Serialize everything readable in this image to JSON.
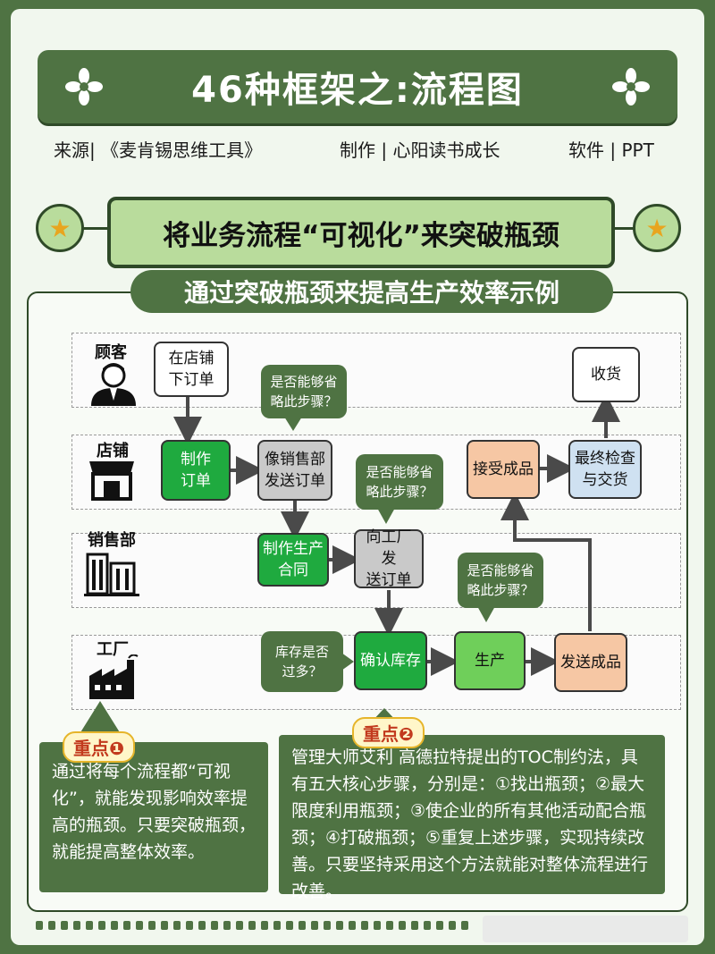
{
  "header": {
    "title": "46种框架之:流程图",
    "source": "来源|  《麦肯锡思维工具》",
    "made_by": "制作  | 心阳读书成长",
    "software": "软件 | PPT"
  },
  "subtitle": "将业务流程“可视化”来突破瓶颈",
  "section_title": "通过突破瓶颈来提高生产效率示例",
  "lanes": [
    {
      "label": "顾客"
    },
    {
      "label": "店铺"
    },
    {
      "label": "销售部"
    },
    {
      "label": "工厂"
    }
  ],
  "boxes": {
    "order_in_store": "在店铺\n下订单",
    "receive_goods": "收货",
    "make_order": "制作\n订单",
    "send_to_sales": "像销售部\n发送订单",
    "accept_product": "接受成品",
    "final_check": "最终检查\n与交货",
    "make_contract": "制作生产\n合同",
    "send_to_factory": "向工厂发\n送订单",
    "confirm_stock": "确认库存",
    "produce": "生产",
    "ship_product": "发送成品"
  },
  "bubbles": {
    "skip_1": "是否能够省\n略此步骤？",
    "skip_2": "是否能够省\n略此步骤？",
    "skip_3": "是否能够省\n略此步骤？",
    "too_much_stock": "库存是否\n过多？"
  },
  "notes": [
    {
      "tag": "重点❶",
      "text": "通过将每个流程都“可视化”，就能发现影响效率提高的瓶颈。只要突破瓶颈，就能提高整体效率。"
    },
    {
      "tag": "重点❷",
      "text": "管理大师艾利 高德拉特提出的TOC制约法，具有五大核心步骤，分别是：①找出瓶颈；②最大限度利用瓶颈；③使企业的所有其他活动配合瓶颈；④打破瓶颈；⑤重复上述步骤，实现持续改善。只要坚持采用这个方法就能对整体流程进行改善。"
    }
  ],
  "colors": {
    "frame_green": "#4f7343",
    "light_green": "#b9dc9c",
    "box_green": "#1faa3f",
    "peach": "#f6c7a4",
    "blue": "#cfe1f1"
  }
}
